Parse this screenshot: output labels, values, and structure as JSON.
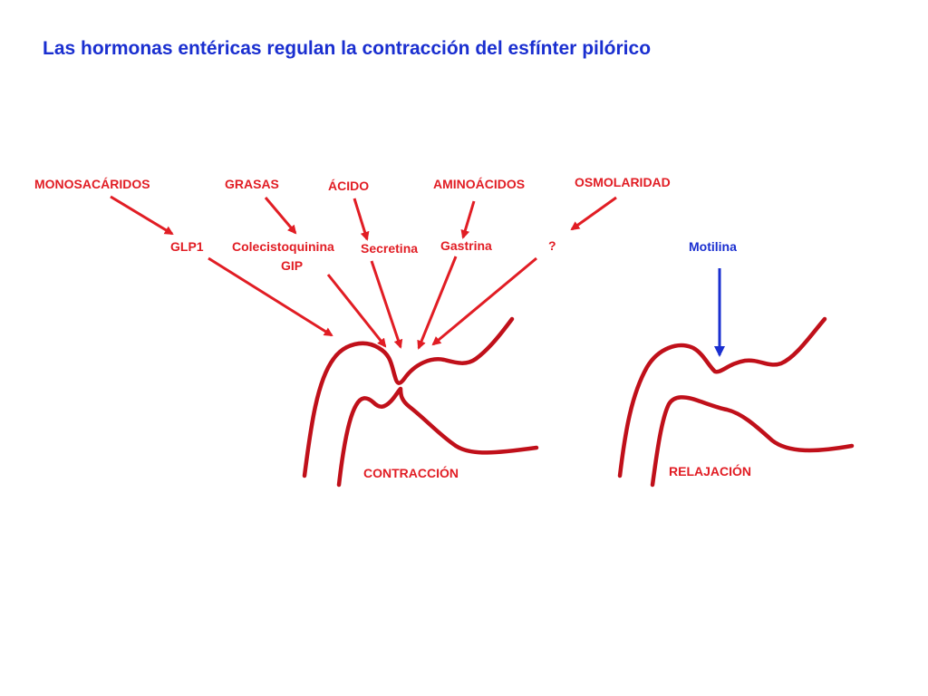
{
  "title": "Las hormonas entéricas regulan la contracción del esfínter pilórico",
  "stimuli": {
    "monosacaridos": "MONOSACÁRIDOS",
    "grasas": "GRASAS",
    "acido": "ÁCIDO",
    "aminoacidos": "AMINOÁCIDOS",
    "osmolaridad": "OSMOLARIDAD"
  },
  "hormones": {
    "glp1": "GLP1",
    "colecistoquinina": "Colecistoquinina",
    "gip": "GIP",
    "secretina": "Secretina",
    "gastrina": "Gastrina",
    "unknown": "?",
    "motilina": "Motilina"
  },
  "states": {
    "contraccion": "CONTRACCIÓN",
    "relajacion": "RELAJACIÓN"
  },
  "colors": {
    "title": "#1a2fd0",
    "stimulatory": "#e11d24",
    "inhibitory": "#1a2fd0",
    "wall": "#c0101a"
  }
}
